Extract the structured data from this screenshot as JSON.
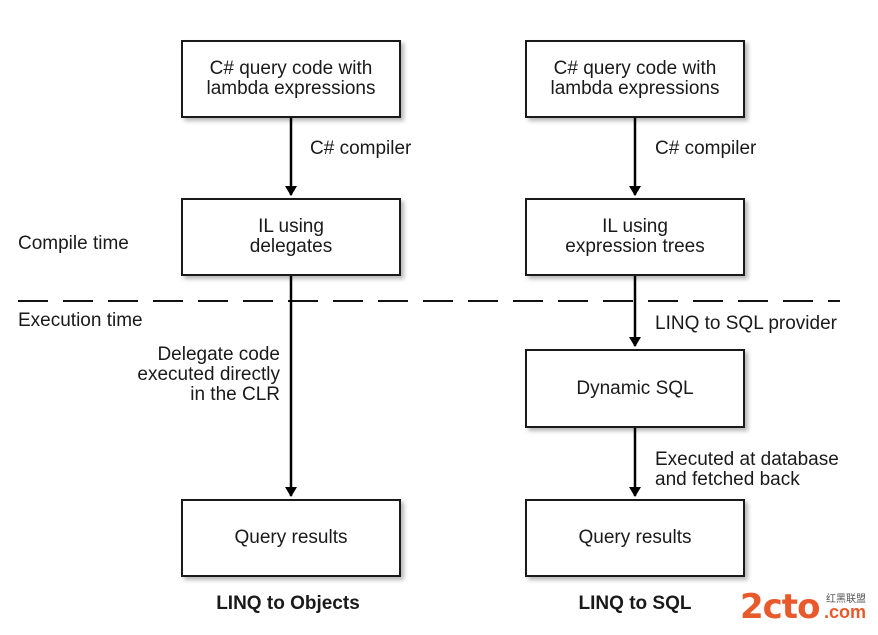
{
  "left_column": {
    "box1": [
      "C# query code with",
      "lambda expressions"
    ],
    "arrow1": "C# compiler",
    "box2": [
      "IL using",
      "delegates"
    ],
    "arrow2": [
      "Delegate code",
      "executed directly",
      "in the CLR"
    ],
    "box3": "Query results",
    "caption": "LINQ to Objects"
  },
  "right_column": {
    "box1": [
      "C# query code with",
      "lambda expressions"
    ],
    "arrow1": "C# compiler",
    "box2": [
      "IL using",
      "expression trees"
    ],
    "arrow2": "LINQ to SQL provider",
    "box3": "Dynamic SQL",
    "arrow3": [
      "Executed at database",
      "and fetched back"
    ],
    "box4": "Query results",
    "caption": "LINQ to SQL"
  },
  "phases": {
    "compile": "Compile time",
    "execution": "Execution time"
  },
  "watermark": {
    "logo": "2cto",
    "sub": "红黑联盟",
    "domain": ".com"
  }
}
